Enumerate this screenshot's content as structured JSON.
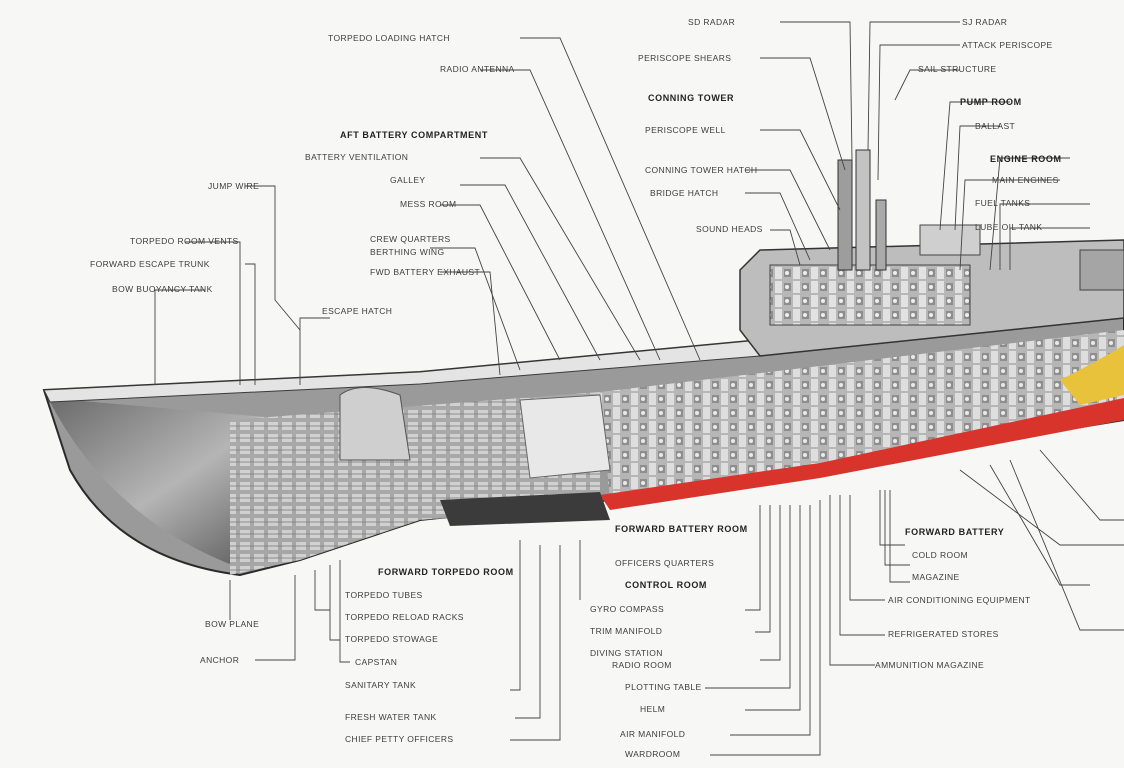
{
  "labels": {
    "aft_battery_exhaust": "FWD BATTERY EXHAUST",
    "fwd_hatch": "ESCAPE HATCH",
    "aft_battery_compartment": "AFT BATTERY COMPARTMENT",
    "battery_ventilation": "BATTERY VENTILATION",
    "galley": "GALLEY",
    "mess_room": "MESS ROOM",
    "crew_quarters": "CREW QUARTERS",
    "berthing_wing": "BERTHING WING",
    "torpedo_loading_hatch": "TORPEDO LOADING HATCH",
    "radio_antenna": "RADIO ANTENNA",
    "jump_wire": "JUMP WIRE",
    "torpedo_room_vents": "TORPEDO ROOM VENTS",
    "forward_escape_trunk": "FORWARD ESCAPE TRUNK",
    "bow_buoyancy": "BOW BUOYANCY TANK",
    "control_room_top": "PERISCOPE SHEARS",
    "periscope_well": "PERISCOPE WELL",
    "conning_tower": "CONNING TOWER",
    "conning_tower_hatch": "CONNING TOWER HATCH",
    "bridge_hatch": "BRIDGE HATCH",
    "sound_heads": "SOUND HEADS",
    "sail_structure": "SAIL STRUCTURE",
    "sd_radar": "SD RADAR",
    "sj_radar": "SJ RADAR",
    "attack_periscope": "ATTACK PERISCOPE",
    "pump_room": "PUMP ROOM",
    "ballast": "BALLAST",
    "engine_room": "ENGINE ROOM",
    "main_engines": "MAIN ENGINES",
    "fuel_tanks": "FUEL TANKS",
    "lube_oil": "LUBE OIL TANK",
    "torpedo_tubes": "TORPEDO TUBES",
    "bow_plane": "BOW PLANE",
    "forward_torpedo_room": "FORWARD TORPEDO ROOM",
    "torpedo_reload": "TORPEDO RELOAD RACKS",
    "torpedo_stowage": "TORPEDO STOWAGE",
    "officers_quarters": "OFFICERS QUARTERS",
    "wardroom": "WARDROOM",
    "forward_battery": "FORWARD BATTERY",
    "chief_petty": "CHIEF PETTY OFFICERS",
    "sanitary_tank": "SANITARY TANK",
    "fresh_water": "FRESH WATER TANK",
    "forward_battery_room": "FORWARD BATTERY ROOM",
    "control_room": "CONTROL ROOM",
    "gyro_compass": "GYRO COMPASS",
    "trim_manifold": "TRIM MANIFOLD",
    "diving_station": "DIVING STATION",
    "radio_room": "RADIO ROOM",
    "plotting_table": "PLOTTING TABLE",
    "helm": "HELM",
    "air_manifold": "AIR MANIFOLD",
    "air_conditioning": "AIR CONDITIONING EQUIPMENT",
    "refrigerated": "REFRIGERATED STORES",
    "cold_room": "COLD ROOM",
    "ammunition": "AMMUNITION MAGAZINE",
    "magazine": "MAGAZINE",
    "fwd_capstan": "CAPSTAN",
    "anchor": "ANCHOR"
  },
  "colors": {
    "hull_outline": "#2a2a2a",
    "hull_interior": "#8a8a8a",
    "keel_stripe": "#d8342c",
    "waterline_band": "#e8c23a",
    "leader_lines": "#444444",
    "background": "#f7f7f6"
  }
}
